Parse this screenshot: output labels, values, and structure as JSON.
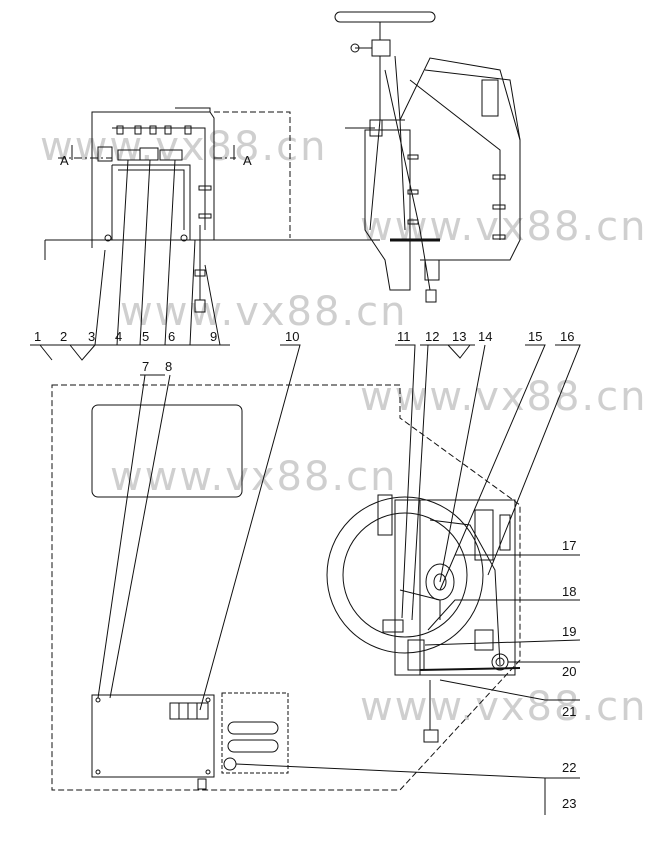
{
  "callouts": [
    "1",
    "2",
    "3",
    "4",
    "5",
    "6",
    "9",
    "10",
    "11",
    "12",
    "13",
    "14",
    "15",
    "16",
    "7",
    "8",
    "17",
    "18",
    "19",
    "20",
    "21",
    "22",
    "23"
  ],
  "section_marks": {
    "left": "A",
    "right": "A"
  },
  "watermarks": [
    "www.vx88.cn",
    "www.vx88.cn",
    "www.vx88.cn",
    "www.vx88.cn",
    "www.vx88.cn",
    "www.vx88.cn"
  ]
}
